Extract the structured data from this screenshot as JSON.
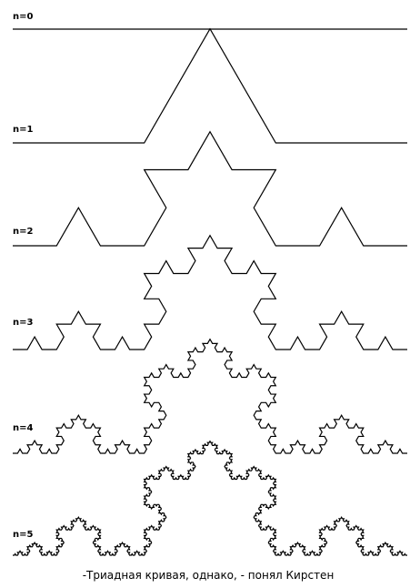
{
  "figure": {
    "iterations": [
      {
        "label": "n=0",
        "order": 0
      },
      {
        "label": "n=1",
        "order": 1
      },
      {
        "label": "n=2",
        "order": 2
      },
      {
        "label": "n=3",
        "order": 3
      },
      {
        "label": "n=4",
        "order": 4
      },
      {
        "label": "n=5",
        "order": 5
      }
    ],
    "caption": "-Триадная кривая, однако, - понял Кирстен",
    "line_color": "#000000",
    "background_color": "#ffffff"
  }
}
